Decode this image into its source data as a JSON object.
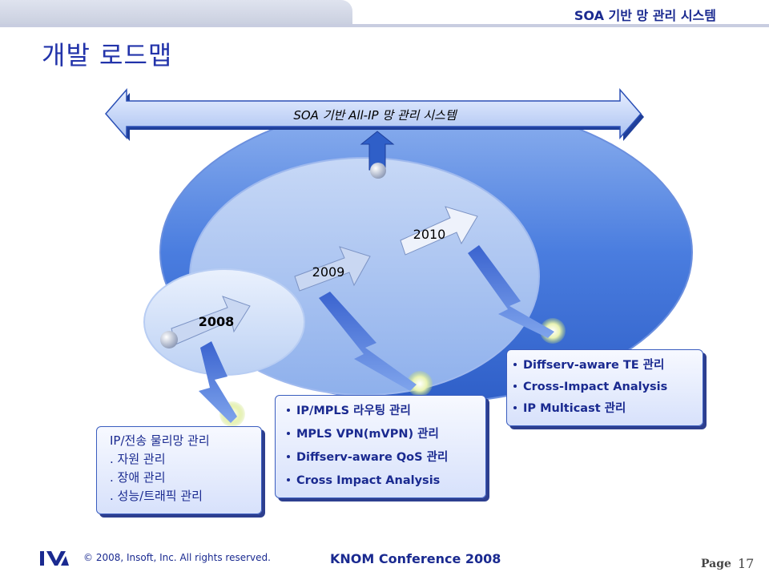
{
  "header": {
    "system_title": "SOA 기반 망 관리 시스템",
    "slide_title": "개발 로드맵"
  },
  "diagram": {
    "banner_label": "SOA 기반 All-IP 망 관리 시스템",
    "years": [
      "2008",
      "2009",
      "2010"
    ],
    "boxes": {
      "left": {
        "title": "IP/전송 물리망 관리",
        "items": [
          ". 자원 관리",
          ". 장애 관리",
          ". 성능/트래픽 관리"
        ]
      },
      "middle": {
        "items": [
          "IP/MPLS 라우팅 관리",
          "MPLS VPN(mVPN) 관리",
          "Diffserv-aware QoS 관리",
          "Cross Impact Analysis"
        ]
      },
      "right": {
        "items": [
          "Diffserv-aware TE 관리",
          "Cross-Impact Analysis",
          "IP Multicast 관리"
        ]
      }
    }
  },
  "footer": {
    "copyright": "© 2008, Insoft, Inc. All rights reserved.",
    "conference": "KNOM Conference 2008",
    "page_label": "Page",
    "page_number": "17"
  },
  "colors": {
    "accent": "#1a2a90",
    "ellipse_outer": "#3b6fd6",
    "box_fill": "#dfe7fb"
  }
}
